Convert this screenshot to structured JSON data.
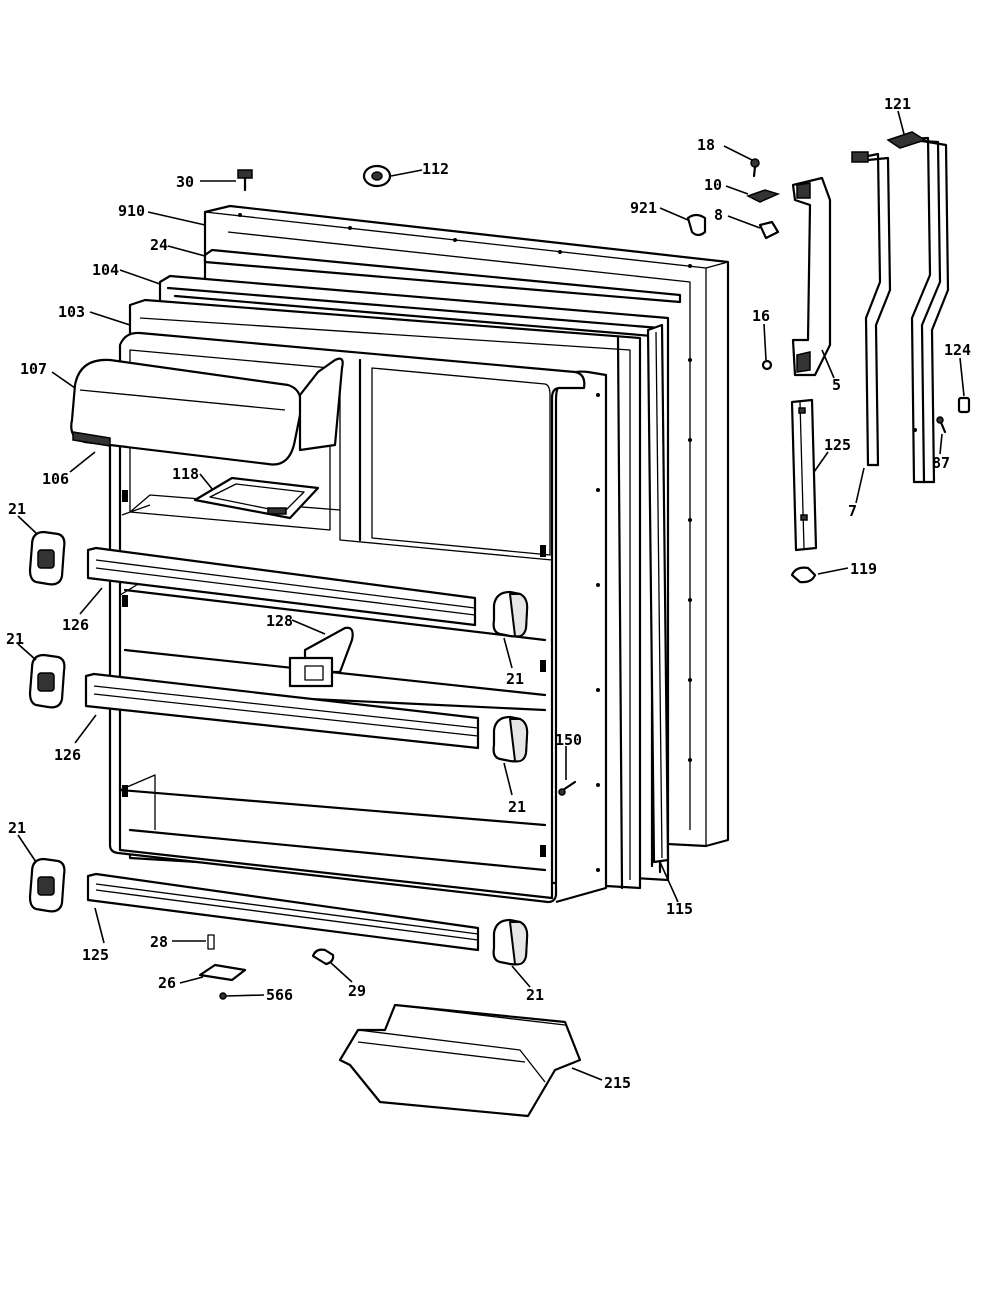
{
  "callouts": {
    "c30": "30",
    "c112": "112",
    "c910": "910",
    "c24": "24",
    "c104": "104",
    "c103": "103",
    "c107": "107",
    "c106": "106",
    "c118": "118",
    "c21a": "21",
    "c21b": "21",
    "c21c": "21",
    "c21d": "21",
    "c21e": "21",
    "c21f": "21",
    "c126a": "126",
    "c126b": "126",
    "c128": "128",
    "c125a": "125",
    "c125b": "125",
    "c28": "28",
    "c26": "26",
    "c566": "566",
    "c29": "29",
    "c215": "215",
    "c150": "150",
    "c115": "115",
    "c18": "18",
    "c10": "10",
    "c8": "8",
    "c921": "921",
    "c16": "16",
    "c5": "5",
    "c121": "121",
    "c124": "124",
    "c87": "87",
    "c7": "7",
    "c119": "119"
  }
}
